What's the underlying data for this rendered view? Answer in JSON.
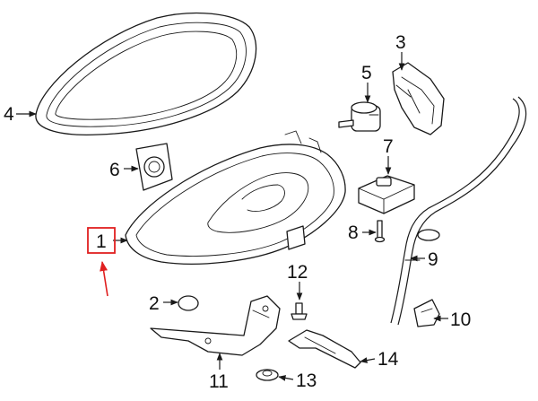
{
  "colors": {
    "line": "#1a1a1a",
    "highlight_box": "#e02020",
    "highlight_arrow": "#e02020"
  },
  "callouts": [
    {
      "id": "1",
      "label": "1",
      "part": "headlamp-assembly"
    },
    {
      "id": "2",
      "label": "2",
      "part": "cap"
    },
    {
      "id": "3",
      "label": "3",
      "part": "bracket"
    },
    {
      "id": "4",
      "label": "4",
      "part": "lens-seal"
    },
    {
      "id": "5",
      "label": "5",
      "part": "leveling-motor"
    },
    {
      "id": "6",
      "label": "6",
      "part": "connector-plate"
    },
    {
      "id": "7",
      "label": "7",
      "part": "control-module"
    },
    {
      "id": "8",
      "label": "8",
      "part": "bolt"
    },
    {
      "id": "9",
      "label": "9",
      "part": "washer-hose"
    },
    {
      "id": "10",
      "label": "10",
      "part": "clip"
    },
    {
      "id": "11",
      "label": "11",
      "part": "mounting-bracket"
    },
    {
      "id": "12",
      "label": "12",
      "part": "screw"
    },
    {
      "id": "13",
      "label": "13",
      "part": "grommet"
    },
    {
      "id": "14",
      "label": "14",
      "part": "support-arm"
    }
  ],
  "highlighted_callout": "1"
}
